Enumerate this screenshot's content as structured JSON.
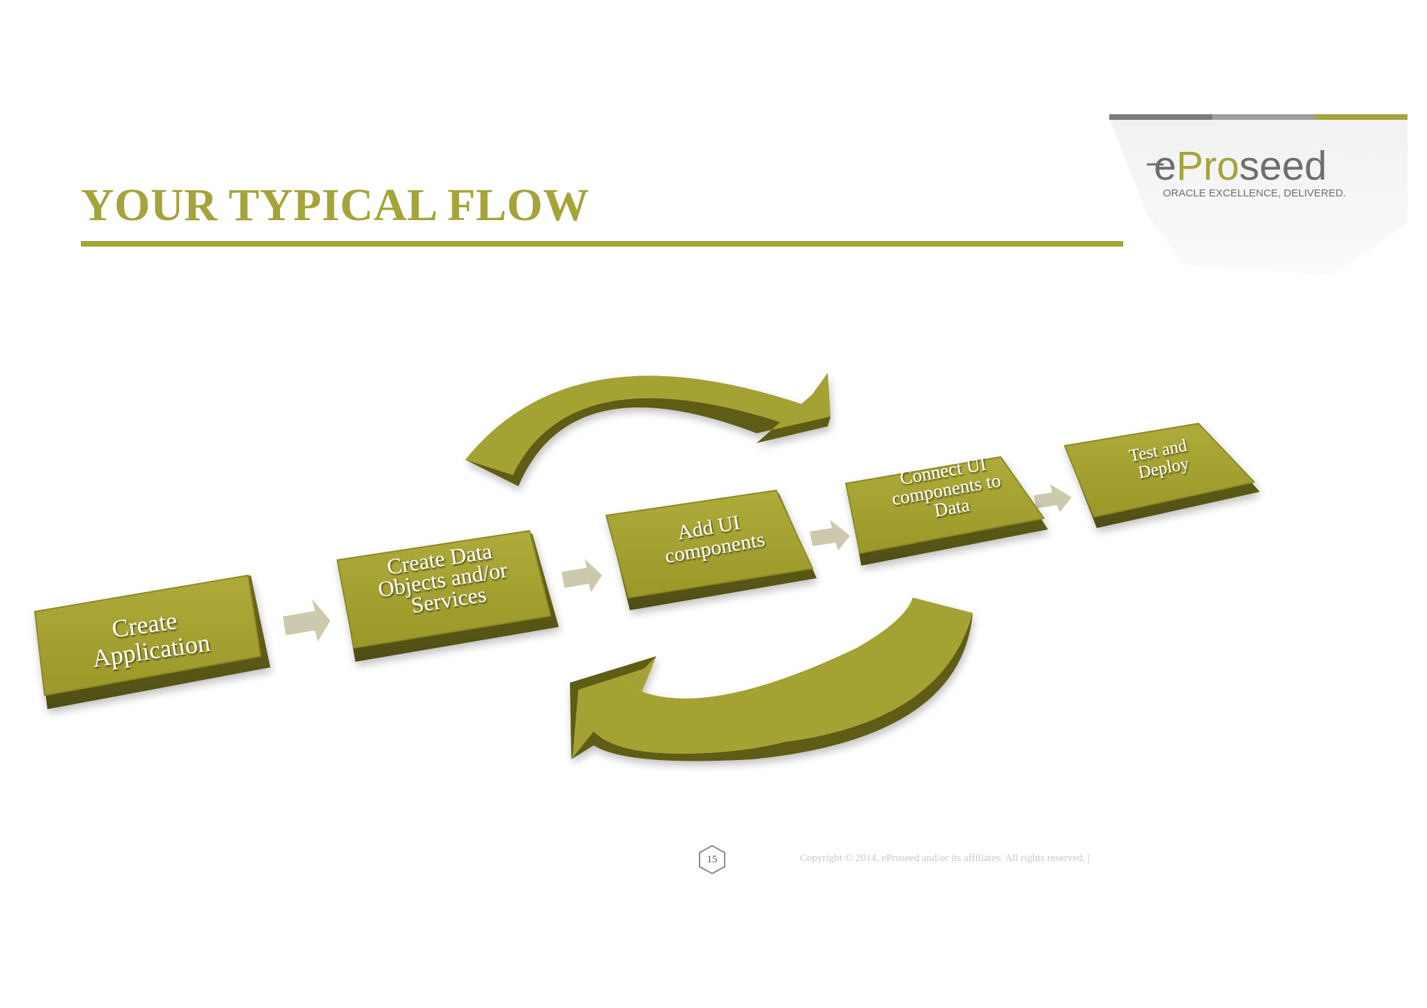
{
  "slide": {
    "title": "YOUR TYPICAL FLOW",
    "page_number": "15",
    "copyright": "Copyright © 2014, eProseed and/or its affiliates. All rights reserved.  |"
  },
  "logo": {
    "brand_prefix": "e",
    "brand_accent": "Pro",
    "brand_suffix": "seed",
    "tagline": "ORACLE EXCELLENCE, DELIVERED."
  },
  "flow": {
    "steps": [
      {
        "lines": [
          "Create",
          "Application"
        ]
      },
      {
        "lines": [
          "Create Data",
          "Objects and/or",
          "Services"
        ]
      },
      {
        "lines": [
          "Add UI",
          "components"
        ]
      },
      {
        "lines": [
          "Connect UI",
          "components to",
          "Data"
        ]
      },
      {
        "lines": [
          "Test and",
          "Deploy"
        ]
      }
    ]
  },
  "colors": {
    "accent": "#a6a33a",
    "box_top": "#a4a230",
    "box_side": "#5e5c16",
    "arrow_small": "#ccc9ae",
    "logo_gray": "#6d6e70",
    "logo_green": "#a6a33a"
  }
}
